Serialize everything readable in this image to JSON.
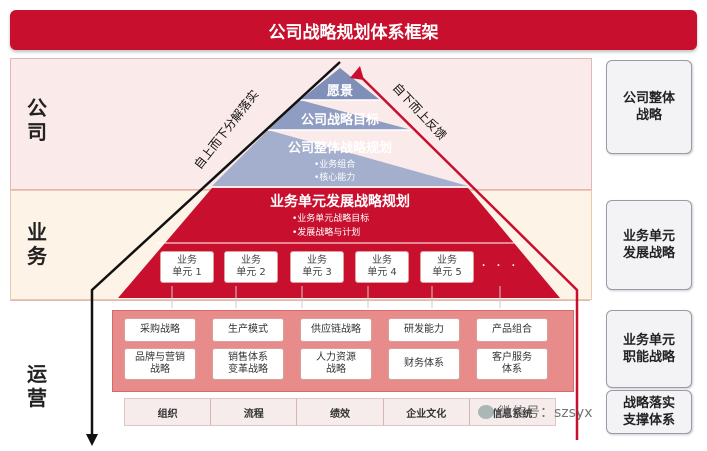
{
  "title": "公司战略规划体系框架",
  "sections": {
    "company": "公\n司",
    "business": "业\n务",
    "operations": "运\n营"
  },
  "right_labels": [
    "公司整体\n战略",
    "业务单元\n发展战略",
    "业务单元\n职能战略",
    "战略落实\n支撑体系"
  ],
  "arrows": {
    "top_down": "自上而下分解落实",
    "bottom_up": "自下而上反馈"
  },
  "pyramid": {
    "vision": "愿景",
    "goal": "公司战略目标",
    "overall_plan": "公司整体战略规划",
    "overall_bullets": [
      "•业务组合",
      "•核心能力"
    ],
    "bu_plan": "业务单元发展战略规划",
    "bu_bullets": [
      "•业务单元战略目标",
      "•发展战略与计划"
    ]
  },
  "units": [
    "业务\n单元 1",
    "业务\n单元 2",
    "业务\n单元 3",
    "业务\n单元 4",
    "业务\n单元 5"
  ],
  "units_more": "· · ·",
  "functions_row1": [
    "采购战略",
    "生产模式",
    "供应链战略",
    "研发能力",
    "产品组合"
  ],
  "functions_row2": [
    "品牌与营销\n战略",
    "销售体系\n变革战略",
    "人力资源\n战略",
    "财务体系",
    "客户服务\n体系"
  ],
  "support": [
    "组织",
    "流程",
    "绩效",
    "企业文化",
    "信息系统"
  ],
  "watermark": "微信号：szsyx",
  "colors": {
    "primary_red": "#c8102e",
    "pyramid_top": "#7f8fb8",
    "light_band": "#fbeaea"
  }
}
